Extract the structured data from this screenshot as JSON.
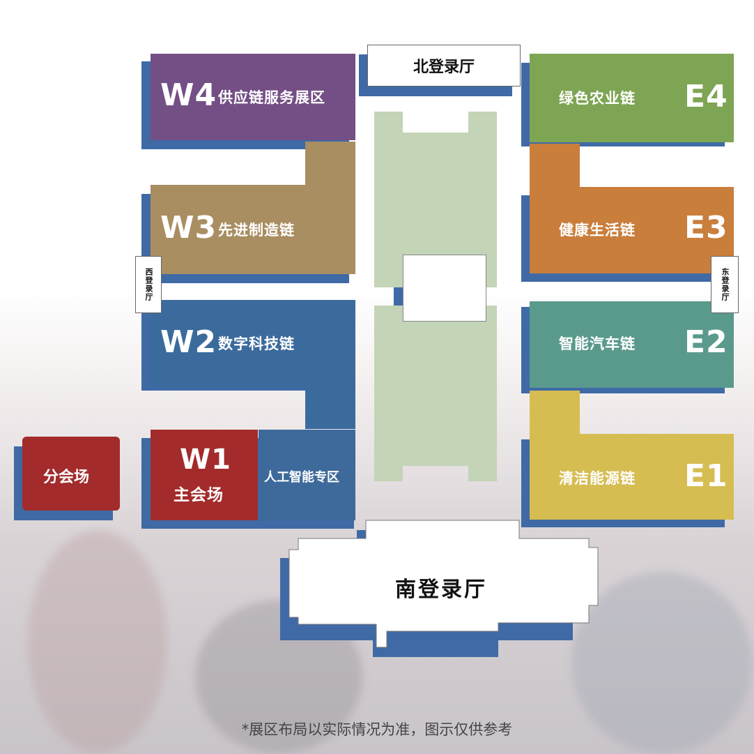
{
  "halls": {
    "north": "北登录厅",
    "south": "南登录厅",
    "west": "西登录厅",
    "east": "东登录厅"
  },
  "zones": [
    {
      "code": "W4",
      "name": "供应链服务展区",
      "color": "#744f86"
    },
    {
      "code": "W3",
      "name": "先进制造链",
      "color": "#a98e62"
    },
    {
      "code": "W2",
      "name": "数字科技链",
      "color": "#3b6b9c"
    },
    {
      "code": "W1",
      "name": "主会场",
      "color": "#a32b2b"
    },
    {
      "code": "E4",
      "name": "绿色农业链",
      "color": "#7ea553"
    },
    {
      "code": "E3",
      "name": "健康生活链",
      "color": "#c97e3c"
    },
    {
      "code": "E2",
      "name": "智能汽车链",
      "color": "#5a9a8d"
    },
    {
      "code": "E1",
      "name": "清洁能源链",
      "color": "#d6bd52"
    }
  ],
  "special": {
    "ai_zone": "人工智能专区",
    "sub_venue": "分会场"
  },
  "colors": {
    "shadow": "#3f6aa6",
    "green_area": "#c4d4b7",
    "ai_zone": "#3d6a9b",
    "sub_venue": "#a32b2b"
  },
  "footnote": "*展区布局以实际情况为准，图示仅供参考"
}
